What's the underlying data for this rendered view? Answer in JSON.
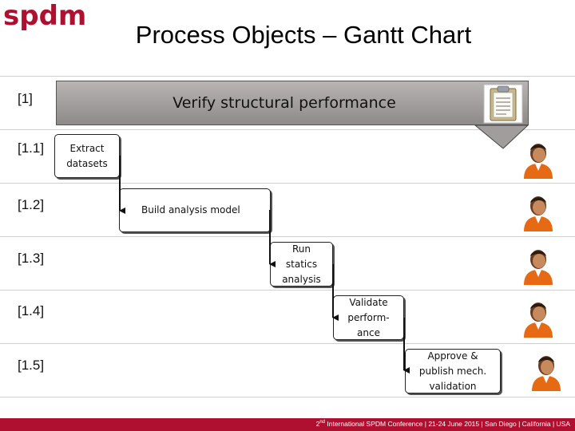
{
  "logo": {
    "text": "spdm",
    "color": "#b01030"
  },
  "title": "Process Objects – Gantt Chart",
  "summary_task": {
    "id": "[1]",
    "label": "Verify structural  performance",
    "icon": "clipboard-icon"
  },
  "tasks": [
    {
      "id": "[1.1]",
      "lines": [
        "Extract",
        "datasets"
      ],
      "icon": "person-icon"
    },
    {
      "id": "[1.2]",
      "lines": [
        "Build analysis model"
      ],
      "icon": "person-icon"
    },
    {
      "id": "[1.3]",
      "lines": [
        "Run",
        "statics",
        "analysis"
      ],
      "icon": "person-icon"
    },
    {
      "id": "[1.4]",
      "lines": [
        "Validate",
        "perform-",
        "ance"
      ],
      "icon": "person-icon"
    },
    {
      "id": "[1.5]",
      "lines": [
        "Approve &",
        "publish mech.",
        "validation"
      ],
      "icon": "person-icon"
    }
  ],
  "footer": {
    "ordinal": "2",
    "ordinal_suffix": "nd",
    "text": " International SPDM Conference | 21-24 June 2015 | San Diego | California | USA"
  },
  "colors": {
    "brand": "#b01030",
    "summary_bar": "#a8a3a3"
  }
}
